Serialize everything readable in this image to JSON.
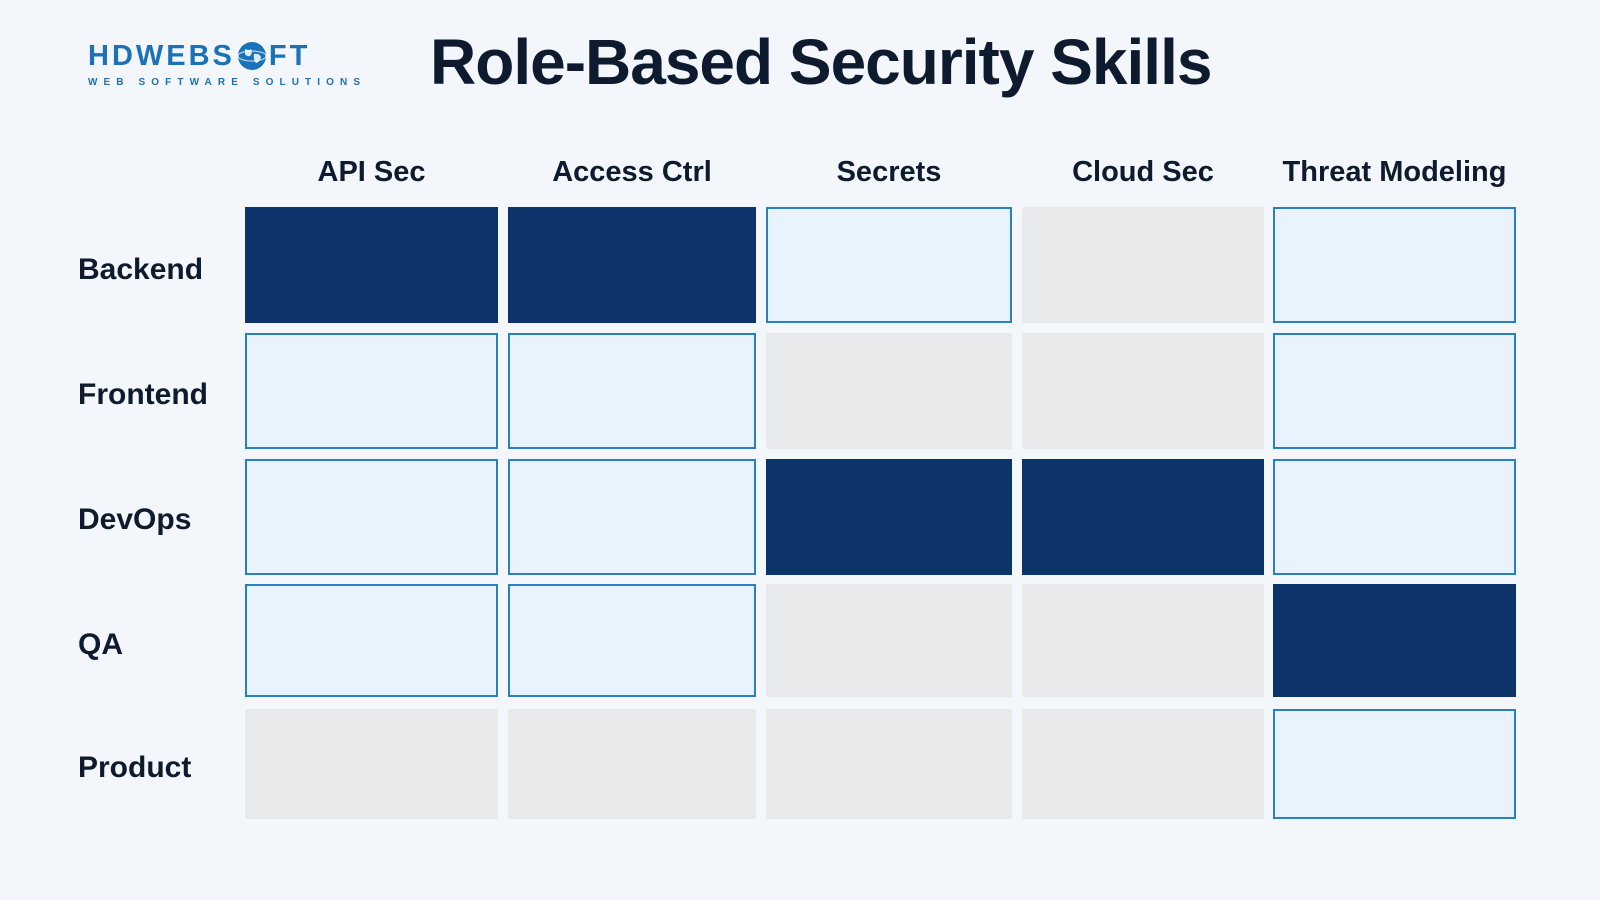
{
  "brand": {
    "name_prefix": "HDWEBS",
    "name_suffix": "FT",
    "tagline": "WEB SOFTWARE SOLUTIONS",
    "color": "#1a73b8"
  },
  "chart_data": {
    "type": "heatmap",
    "title": "Role-Based Security Skills",
    "columns": [
      "API Sec",
      "Access Ctrl",
      "Secrets",
      "Cloud Sec",
      "Threat Modeling"
    ],
    "rows": [
      "Backend",
      "Frontend",
      "DevOps",
      "QA",
      "Product"
    ],
    "levels": {
      "0": {
        "meaning": "none",
        "fill": "#e8e9eb",
        "border": "#e8e9eb"
      },
      "1": {
        "meaning": "light",
        "fill": "#e8f3fd",
        "border": "#2a7fc0"
      },
      "2": {
        "meaning": "strong",
        "fill": "#0d336b",
        "border": "#0d336b"
      }
    },
    "values": [
      [
        2,
        2,
        1,
        0,
        1
      ],
      [
        1,
        1,
        0,
        0,
        1
      ],
      [
        1,
        1,
        2,
        2,
        1
      ],
      [
        1,
        1,
        0,
        0,
        2
      ],
      [
        0,
        0,
        0,
        0,
        1
      ]
    ]
  }
}
